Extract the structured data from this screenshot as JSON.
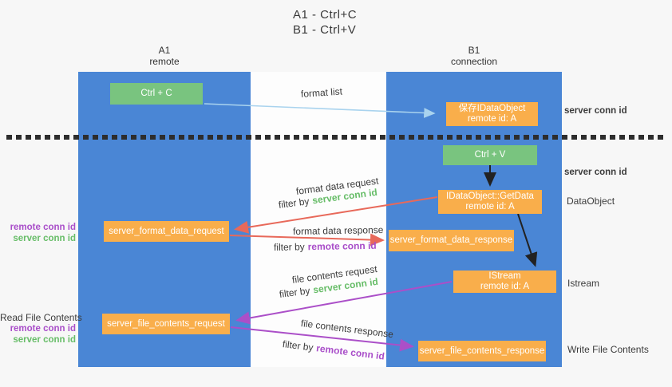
{
  "title": {
    "line1": "A1 - Ctrl+C",
    "line2": "B1 - Ctrl+V"
  },
  "lanes": {
    "left": {
      "name": "A1",
      "role": "remote"
    },
    "right": {
      "name": "B1",
      "role": "connection"
    }
  },
  "boxes": {
    "ctrl_c": {
      "label": "Ctrl + C"
    },
    "save_dataobject": {
      "line1": "保存IDataObject",
      "line2": "remote id: A"
    },
    "ctrl_v": {
      "label": "Ctrl + V"
    },
    "getdata": {
      "line1": "IDataObject::GetData",
      "line2": "remote id: A"
    },
    "format_request": {
      "label": "server_format_data_request"
    },
    "format_response": {
      "label": "server_format_data_response"
    },
    "istream": {
      "line1": "IStream",
      "line2": "remote id: A"
    },
    "file_request": {
      "label": "server_file_contents_request"
    },
    "file_response": {
      "label": "server_file_contents_response"
    }
  },
  "flow_labels": {
    "format_list": "format list",
    "format_data_request": "format data request",
    "format_data_response": "format data response",
    "file_contents_request": "file contents request",
    "file_contents_response": "file contents response",
    "filter_by": "filter by",
    "server_conn_id": "server conn id",
    "remote_conn_id": "remote conn id"
  },
  "side_labels": {
    "server_conn_id_top": "server conn id",
    "server_conn_id_mid": "server conn id",
    "dataobject": "DataObject",
    "istream": "Istream",
    "write_file_contents": "Write File Contents",
    "read_file_contents": "Read File Contents",
    "remote_conn_id_1": "remote conn id",
    "server_conn_id_1": "server conn id",
    "remote_conn_id_2": "remote conn id",
    "server_conn_id_2": "server conn id"
  },
  "colors": {
    "lane_blue": "#4a86d5",
    "box_green": "#79c47f",
    "box_orange": "#f9ae4b",
    "arrow_red": "#e8695a",
    "arrow_purple": "#ab4fc8",
    "arrow_light_blue": "#a9d3ee",
    "arrow_black": "#222222",
    "text_green": "#67bd68",
    "text_purple": "#a94ec9"
  }
}
